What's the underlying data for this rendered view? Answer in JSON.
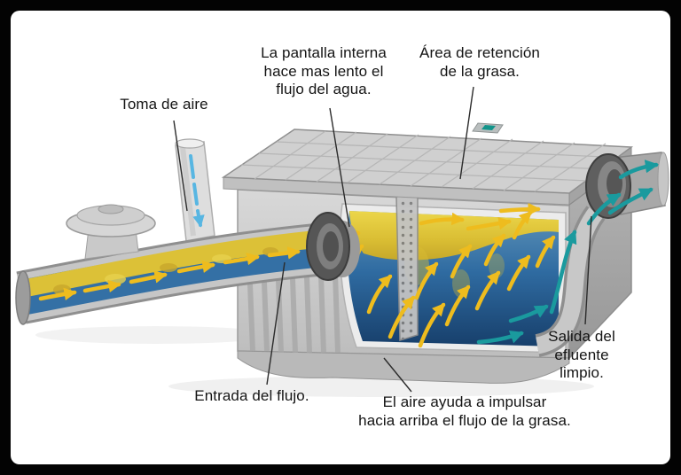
{
  "figure": {
    "name": "grease-trap-cutaway-diagram",
    "language": "es"
  },
  "labels": {
    "air_intake": "Toma de aire",
    "internal_screen": "La pantalla interna\nhace mas lento el\nflujo del agua.",
    "grease_retention": "Área de retención\nde la grasa.",
    "flow_inlet": "Entrada del flujo.",
    "air_push": "El aire ayuda a impulsar\nhacia arriba el flujo de la grasa.",
    "clean_outlet": "Salida del\nefluente limpio."
  },
  "colors": {
    "frame": "#030303",
    "canvas": "#ffffff",
    "tank_gray": "#cdcdcd",
    "lid_gray": "#d0d0d0",
    "grease_yellow": "#d9bd33",
    "water_blue": "#2f6ba1",
    "arrow_yellow": "#eebc1e",
    "arrow_air_blue": "#58b6e2",
    "arrow_teal": "#1a9a9e",
    "coupling_dark": "#5a5a5a",
    "label_text": "#141414",
    "handle_green": "#12948a"
  }
}
